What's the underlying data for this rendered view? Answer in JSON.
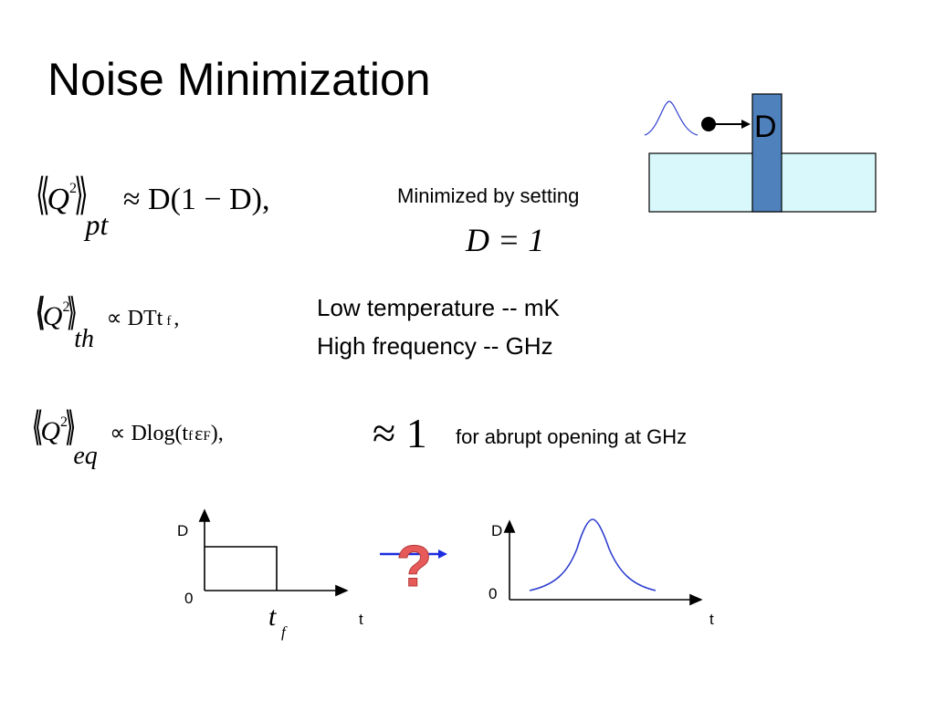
{
  "slide": {
    "title": "Noise Minimization",
    "barrier_label": "D",
    "eq1": {
      "base": "Q",
      "power": "2",
      "subscript": "pt",
      "rhs": "≈ D(1 − D),"
    },
    "eq1_note": "Minimized by setting",
    "eq1_condition": "D = 1",
    "eq2": {
      "base": "Q",
      "power": "2",
      "subscript": "th",
      "rhs_main": "∝ DTt",
      "rhs_sub": "f",
      "rhs_end": ","
    },
    "eq2_notes": [
      "Low temperature -- mK",
      "High frequency -- GHz"
    ],
    "eq3": {
      "base": "Q",
      "power": "2",
      "subscript": "eq",
      "rhs_main": "∝ Dlog(t",
      "rhs_sub1": "f",
      "rhs_mid": "ε",
      "rhs_sub2": "F",
      "rhs_end": "),"
    },
    "approx_one": "≈ 1",
    "eq3_note": "for abrupt opening at GHz",
    "plot_left": {
      "y_label": "D",
      "origin_label": "0",
      "x_label": "t",
      "tick_label_base": "t",
      "tick_label_sub": "f"
    },
    "plot_right": {
      "y_label": "D",
      "origin_label": "0",
      "x_label": "t"
    },
    "question_mark": "?",
    "colors": {
      "barrier_fill": "#4f81bd",
      "channel_fill": "#d8f8fc",
      "curve": "#2f3fd0",
      "arrow": "#1a2ee0",
      "question_mark": "#e65a5a"
    }
  }
}
